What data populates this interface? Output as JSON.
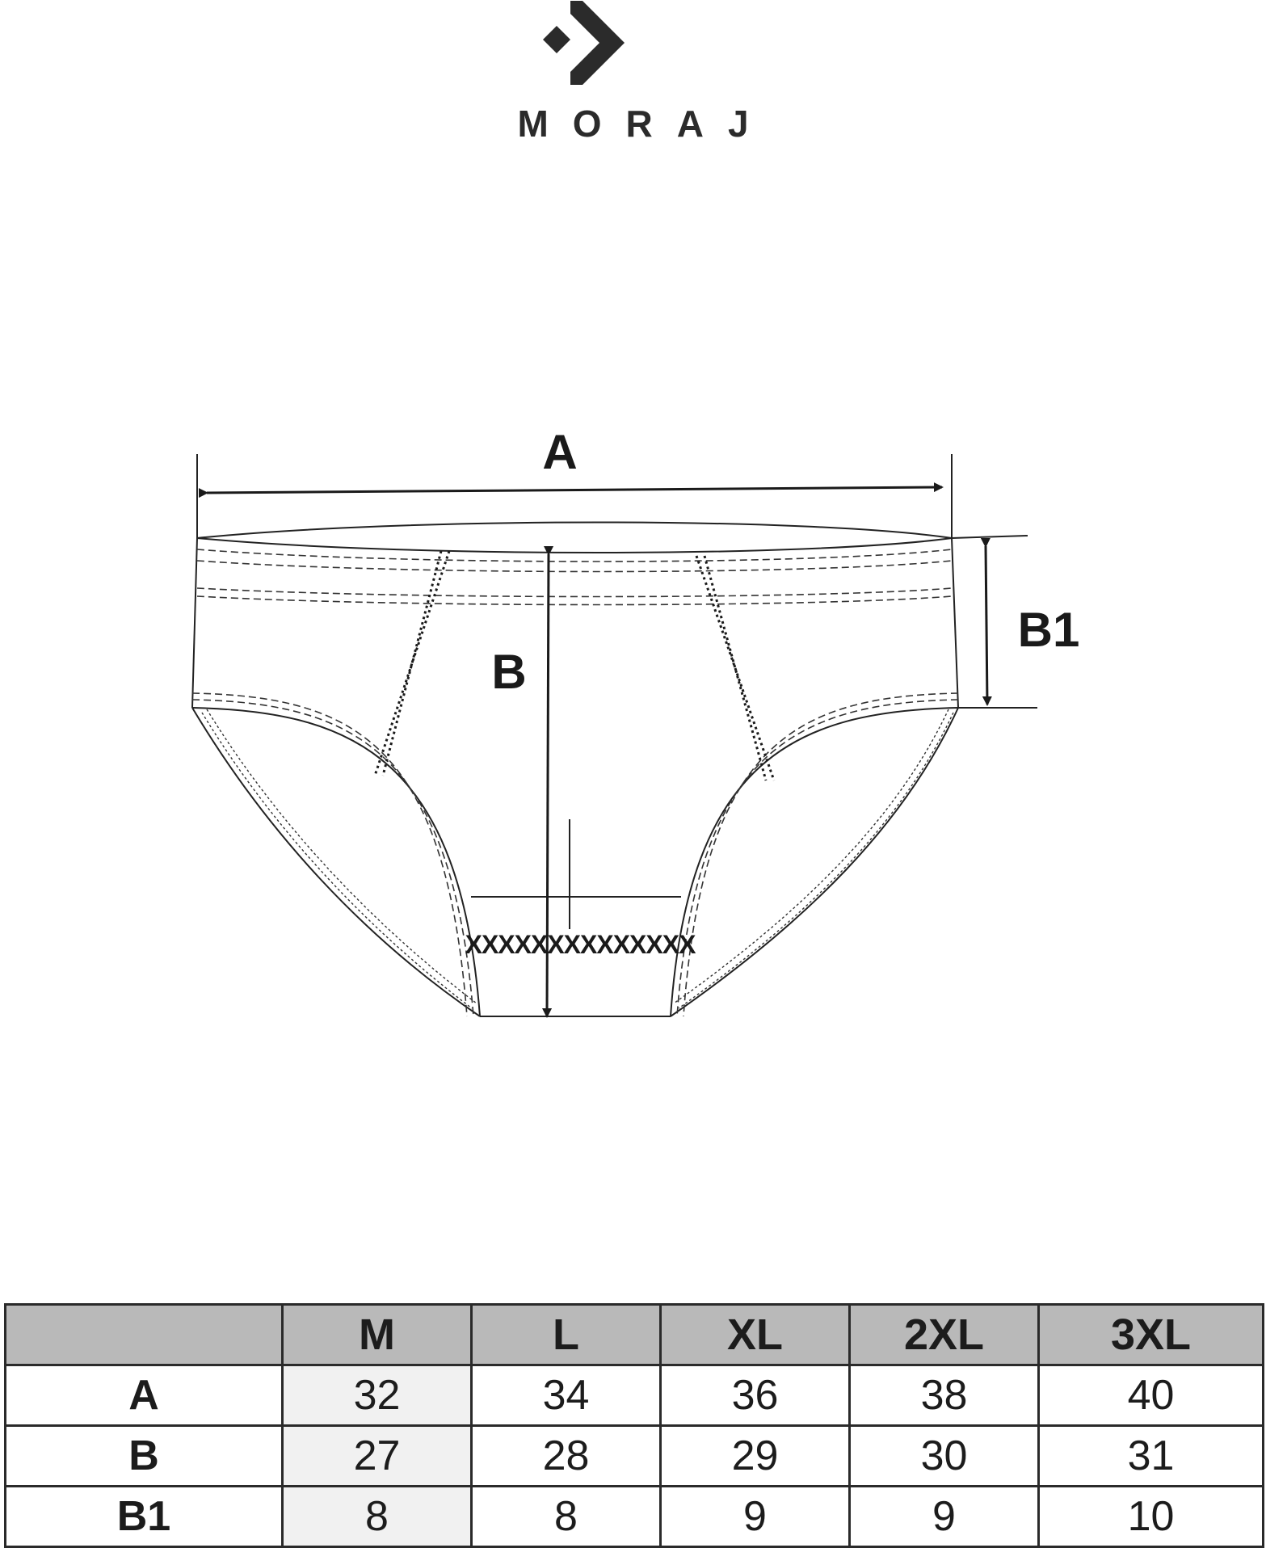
{
  "brand": {
    "name": "MORAJ",
    "logo_icon": "moraj-arrow-diamond-icon",
    "color": "#2b2b2b"
  },
  "diagram": {
    "subject": "briefs-flat-sketch",
    "labels": {
      "width": "A",
      "height": "B",
      "waistband": "B1"
    },
    "stitch_mark": "XXXXXXXXXXXXXX"
  },
  "size_table": {
    "header_bg": "#b9b9b9",
    "highlight_bg": "#f1f1f1",
    "corner": "",
    "sizes": [
      "M",
      "L",
      "XL",
      "2XL",
      "3XL"
    ],
    "rows": [
      {
        "label": "A",
        "values": [
          "32",
          "34",
          "36",
          "38",
          "40"
        ]
      },
      {
        "label": "B",
        "values": [
          "27",
          "28",
          "29",
          "30",
          "31"
        ]
      },
      {
        "label": "B1",
        "values": [
          "8",
          "8",
          "9",
          "9",
          "10"
        ]
      }
    ]
  }
}
